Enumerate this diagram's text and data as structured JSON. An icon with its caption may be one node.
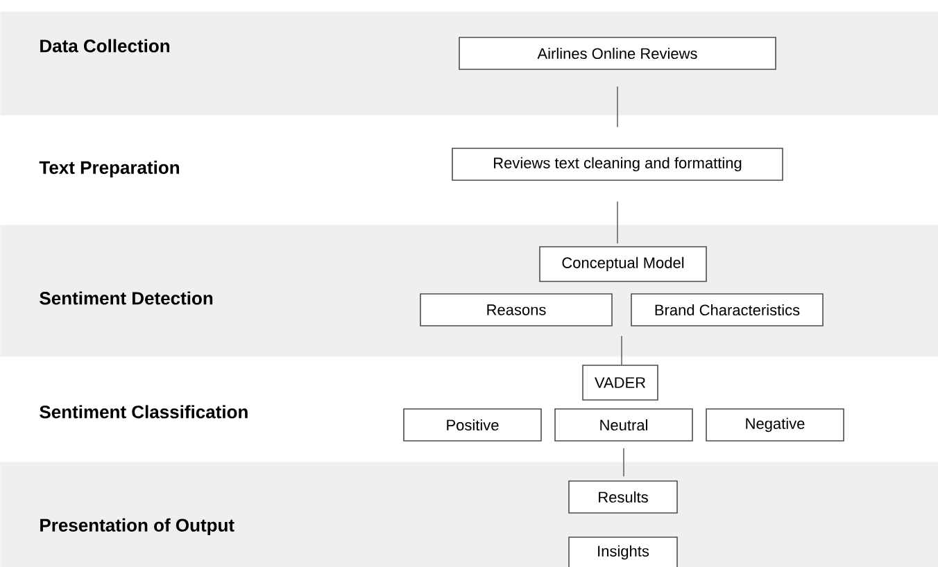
{
  "diagram": {
    "nodes": [
      {
        "text": [
          "Data Collection"
        ]
      },
      {
        "text": [
          "Airlines Online Reviews"
        ],
        "in": 0
      },
      {
        "text": [
          "Reviews text cleaning and formatting"
        ]
      },
      {
        "text": [
          "Sentiment Detection"
        ]
      },
      {
        "text": [
          "Conceptual Model"
        ],
        "in": 3
      },
      {
        "text": [
          "Reasons"
        ],
        "in": 3
      },
      {
        "text": [
          "Brand Characteristics"
        ],
        "in": 3
      },
      {
        "text": [
          "VADER"
        ]
      },
      {
        "text": [
          "Positive"
        ]
      },
      {
        "text": [
          "Neutral"
        ]
      },
      {
        "text": [
          "Negative"
        ]
      },
      {
        "text": [
          "Presentation of Output"
        ]
      },
      {
        "text": [
          "Results"
        ],
        "in": 11
      },
      {
        "text": [
          "Insights"
        ],
        "in": 11
      }
    ],
    "edges": [
      {
        "from": 1,
        "to": 2,
        "arrow": "none"
      },
      {
        "from": 2,
        "to": 4,
        "arrow": "none"
      },
      {
        "from": 5,
        "to": 7,
        "arrow": "none"
      },
      {
        "from": 6,
        "to": 7,
        "arrow": "none"
      },
      {
        "from": 9,
        "to": 12,
        "arrow": "none"
      }
    ],
    "labels": [
      "Text Preparation",
      "Sentiment Classification"
    ]
  }
}
